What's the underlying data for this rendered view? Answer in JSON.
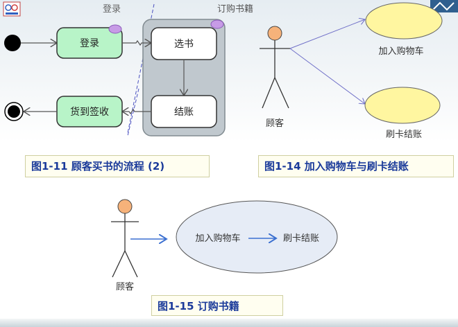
{
  "activity_diagram": {
    "login_lane_label": "登录",
    "order_lane_label": "订购书籍",
    "login_state": "登录",
    "select_state": "选书",
    "checkout_state": "结账",
    "delivery_state": "货到签收"
  },
  "usecase_1_14": {
    "actor": "顾客",
    "usecase_cart": "加入购物车",
    "usecase_card": "刷卡结账"
  },
  "usecase_1_15": {
    "actor": "顾客",
    "usecase_cart": "加入购物车",
    "usecase_card": "刷卡结账"
  },
  "captions": {
    "fig_1_11": "图1-11 顾客买书的流程 (2)",
    "fig_1_14": "图1-14 加入购物车与刷卡结账",
    "fig_1_15": "图1-15 订购书籍"
  },
  "colors": {
    "state_fill": "#b8f4c8",
    "usecase_fill": "#fff6a0",
    "ellipse_fill": "#e6ecf6",
    "actor_head": "#f6b27a",
    "caption_text": "#1a3a9a"
  }
}
